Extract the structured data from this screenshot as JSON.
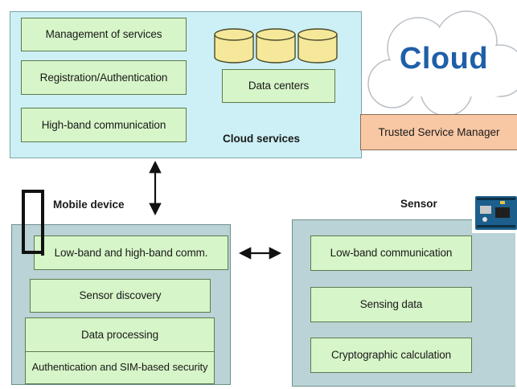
{
  "cloud_services": {
    "title": "Cloud services",
    "items": [
      "Management of services",
      "Registration/Authentication",
      "High-band communication"
    ],
    "data_centers": "Data centers"
  },
  "cloud": {
    "label": "Cloud",
    "trusted_service_manager": "Trusted Service Manager"
  },
  "mobile_device": {
    "title": "Mobile device",
    "items": [
      "Low-band and high-band comm.",
      "Sensor discovery",
      "Data processing",
      "Authentication and SIM-based security"
    ]
  },
  "sensor": {
    "title": "Sensor",
    "items": [
      "Low-band communication",
      "Sensing data",
      "Cryptographic calculation"
    ]
  },
  "colors": {
    "cloud_panel": "#ccf0f5",
    "device_panel": "#b9d3d6",
    "function_box": "#d6f5c8",
    "database": "#f5e89a",
    "trusted_manager": "#f8c8a4",
    "cloud_text": "#1f5fa8"
  }
}
